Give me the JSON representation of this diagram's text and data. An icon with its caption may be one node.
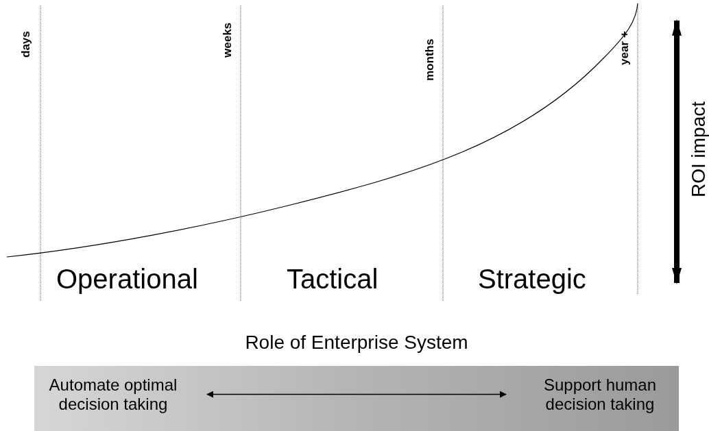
{
  "diagram": {
    "nodes": [
      {
        "text": [
          "Role of Enterprise System"
        ]
      },
      {
        "text": [
          "Automate optimal decision taking"
        ],
        "in": 0
      },
      {
        "text": [
          "Support human decision taking"
        ],
        "in": 0
      }
    ],
    "edges": [
      {
        "from": 1,
        "to": 2,
        "arrow": "both"
      }
    ],
    "labels": [
      "days",
      "weeks",
      "months",
      "year +",
      "Operational",
      "Tactical",
      "Strategic",
      "ROI impact"
    ]
  }
}
